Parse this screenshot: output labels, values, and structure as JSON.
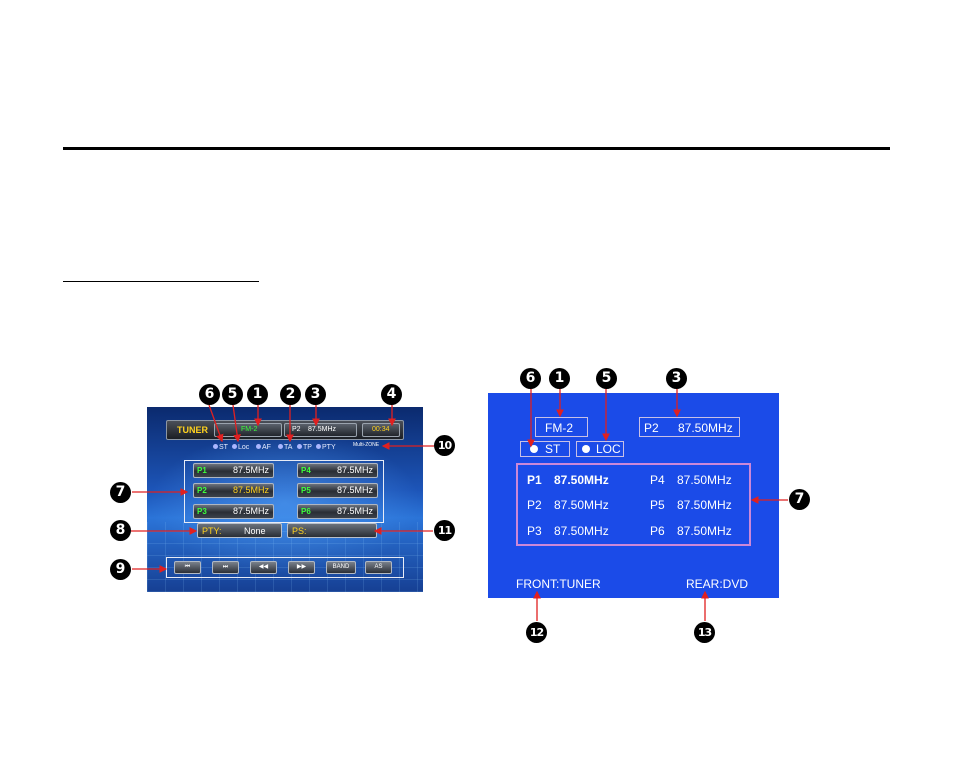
{
  "left_screen": {
    "source": "TUNER",
    "band": "FM-2",
    "preset": "P2",
    "freq": "87.5MHz",
    "time": "00:34",
    "flags": [
      "ST",
      "Loc",
      "AF",
      "TA",
      "TP",
      "PTY"
    ],
    "multizone": "Multi-ZONE",
    "presets": [
      {
        "label": "P1",
        "value": "87.5MHz"
      },
      {
        "label": "P2",
        "value": "87.5MHz"
      },
      {
        "label": "P3",
        "value": "87.5MHz"
      },
      {
        "label": "P4",
        "value": "87.5MHz"
      },
      {
        "label": "P5",
        "value": "87.5MHz"
      },
      {
        "label": "P6",
        "value": "87.5MHz"
      }
    ],
    "pty_label": "PTY:",
    "pty_value": "None",
    "ps_label": "PS:",
    "controls": [
      "⏮",
      "⏭",
      "◀◀",
      "▶▶",
      "BAND",
      "AS"
    ]
  },
  "right_screen": {
    "band": "FM-2",
    "preset": "P2",
    "freq": "87.50MHz",
    "st": "ST",
    "loc": "LOC",
    "presets": [
      {
        "label": "P1",
        "value": "87.50MHz"
      },
      {
        "label": "P2",
        "value": "87.50MHz"
      },
      {
        "label": "P3",
        "value": "87.50MHz"
      },
      {
        "label": "P4",
        "value": "87.50MHz"
      },
      {
        "label": "P5",
        "value": "87.50MHz"
      },
      {
        "label": "P6",
        "value": "87.50MHz"
      }
    ],
    "front": "FRONT:TUNER",
    "rear": "REAR:DVD"
  },
  "callouts": {
    "c1": "1",
    "c2": "2",
    "c3": "3",
    "c4": "4",
    "c5": "5",
    "c6": "6",
    "c7": "7",
    "c8": "8",
    "c9": "9",
    "c10": "10",
    "c11": "11",
    "c12": "12",
    "c13": "13"
  },
  "colors": {
    "tuner_yellow": "#ffd21e",
    "band_green": "#3cff3c",
    "blue_screen": "#1b4be8",
    "callout_arrow": "#e02020",
    "preset_border": "#cc88d8"
  }
}
